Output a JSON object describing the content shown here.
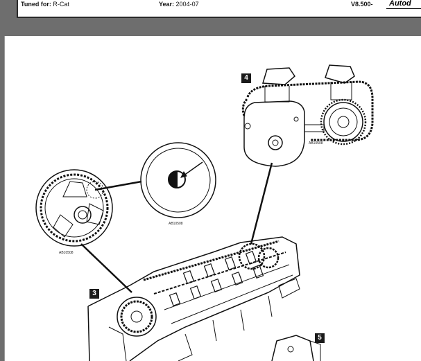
{
  "header": {
    "tuned_label": "Tuned for:",
    "tuned_value": "R-Cat",
    "year_label": "Year:",
    "year_value": "2004-07",
    "version": "V8.500-",
    "brand": "Autod"
  },
  "diagram": {
    "callouts": [
      "3",
      "4",
      "5"
    ],
    "refs": [
      "AB10508",
      "AB10508",
      "AB10508"
    ]
  }
}
